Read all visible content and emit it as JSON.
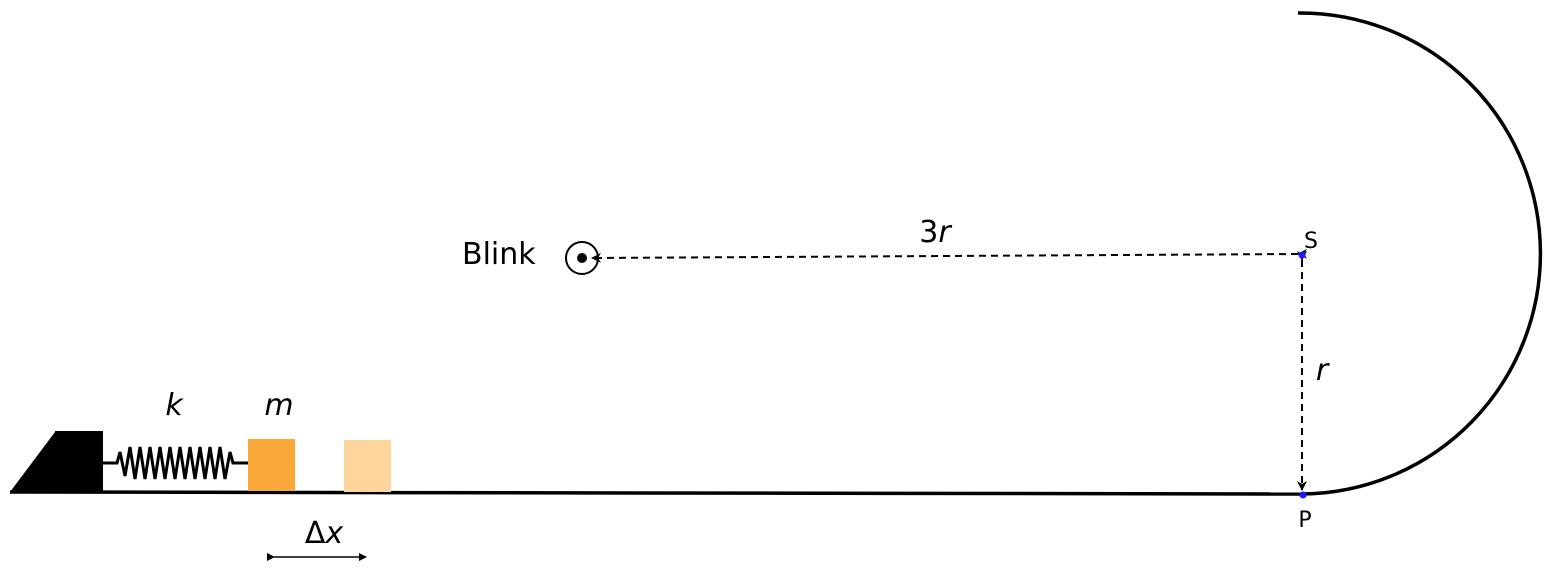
{
  "labels": {
    "blink": "Blink",
    "spring_constant": "k",
    "mass": "m",
    "displacement_delta": "Δ",
    "displacement_x": "x",
    "distance_3r_coef": "3",
    "distance_3r_var": "r",
    "radius": "r",
    "point_s": "S",
    "point_p": "P"
  },
  "colors": {
    "block": "#f9a93a",
    "block_ghost": "#fdd59d",
    "track": "#000000",
    "point_marker": "#1a1aff"
  }
}
